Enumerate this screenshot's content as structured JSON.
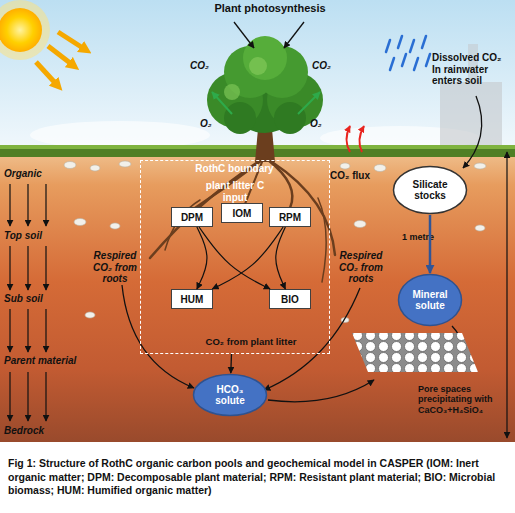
{
  "diagram": {
    "caption": "Fig 1: Structure of RothC organic carbon pools and geochemical model in CASPER (IOM: Inert organic matter; DPM: Decomposable plant material; RPM: Resistant plant material; BIO: Microbial biomass; HUM: Humified organic matter)",
    "nodes": [
      {
        "text": [
          "RothC boundary",
          "plant litter C input"
        ]
      },
      {
        "text": [
          "DPM"
        ],
        "in": 0
      },
      {
        "text": [
          "IOM"
        ],
        "in": 0
      },
      {
        "text": [
          "RPM"
        ],
        "in": 0
      },
      {
        "text": [
          "HUM"
        ],
        "in": 0
      },
      {
        "text": [
          "BIO"
        ],
        "in": 0
      },
      {
        "text": [
          "Silicate stocks"
        ]
      },
      {
        "text": [
          "Mineral solute"
        ]
      },
      {
        "text": [
          "HCO₃ solute"
        ]
      }
    ],
    "edges": [
      {
        "from": 1,
        "to": 4,
        "arrow": "to"
      },
      {
        "from": 1,
        "to": 5,
        "arrow": "to"
      },
      {
        "from": 3,
        "to": 5,
        "arrow": "to"
      },
      {
        "from": 3,
        "to": 4,
        "arrow": "to"
      },
      {
        "from": 6,
        "to": 7,
        "arrow": "to"
      },
      {
        "from": 0,
        "to": 8,
        "label": "CO₂ from plant litter",
        "arrow": "to"
      }
    ],
    "labels": [
      "Plant photosynthesis",
      "CO₂",
      "CO₂",
      "O₂",
      "O₂",
      "Dissolved CO₂ In rainwater enters soil",
      "CO₂ flux",
      "Organic",
      "Top soil",
      "Sub soil",
      "Parent material",
      "Bedrock",
      "Respired CO₂ from roots",
      "Respired CO₂ from roots",
      "1 metre",
      "Pore spaces precipitating with CaCO₃+H₄SiO₄"
    ]
  }
}
